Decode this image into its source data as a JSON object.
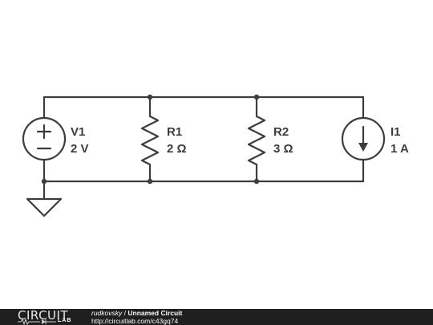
{
  "circuit": {
    "components": [
      {
        "ref": "V1",
        "value": "2 V",
        "kind": "voltage-source"
      },
      {
        "ref": "R1",
        "value": "2 Ω",
        "kind": "resistor"
      },
      {
        "ref": "R2",
        "value": "3 Ω",
        "kind": "resistor"
      },
      {
        "ref": "I1",
        "value": "1 A",
        "kind": "current-source"
      }
    ]
  },
  "footer": {
    "logo_top": "CIRCUIT",
    "logo_bottom": "LAB",
    "username": "rudkovsky",
    "separator": " / ",
    "circuit_title": "Unnamed Circuit",
    "url": "http://circuitlab.com/c43gq74"
  },
  "colors": {
    "wire": "#3d3d3d",
    "footer_bg": "#1f1f1f"
  }
}
